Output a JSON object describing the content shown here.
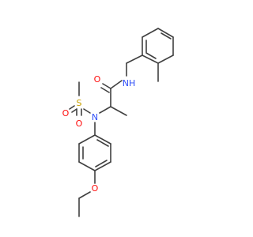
{
  "colors": {
    "bond": "#404040",
    "oxygen": "#ff0d0d",
    "nitrogen": "#3050f8",
    "sulfur": "#c8a000"
  },
  "atoms": [
    {
      "id": "o_carbonyl",
      "element": "O",
      "label": "O"
    },
    {
      "id": "n_amide",
      "element": "N",
      "label": "NH"
    },
    {
      "id": "n_sulfonamide",
      "element": "N",
      "label": "N"
    },
    {
      "id": "s_sulfonyl",
      "element": "S",
      "label": "S"
    },
    {
      "id": "o_sulfonyl_1",
      "element": "O",
      "label": "O"
    },
    {
      "id": "o_sulfonyl_2",
      "element": "O",
      "label": "O"
    },
    {
      "id": "o_ether",
      "element": "O",
      "label": "O"
    }
  ]
}
